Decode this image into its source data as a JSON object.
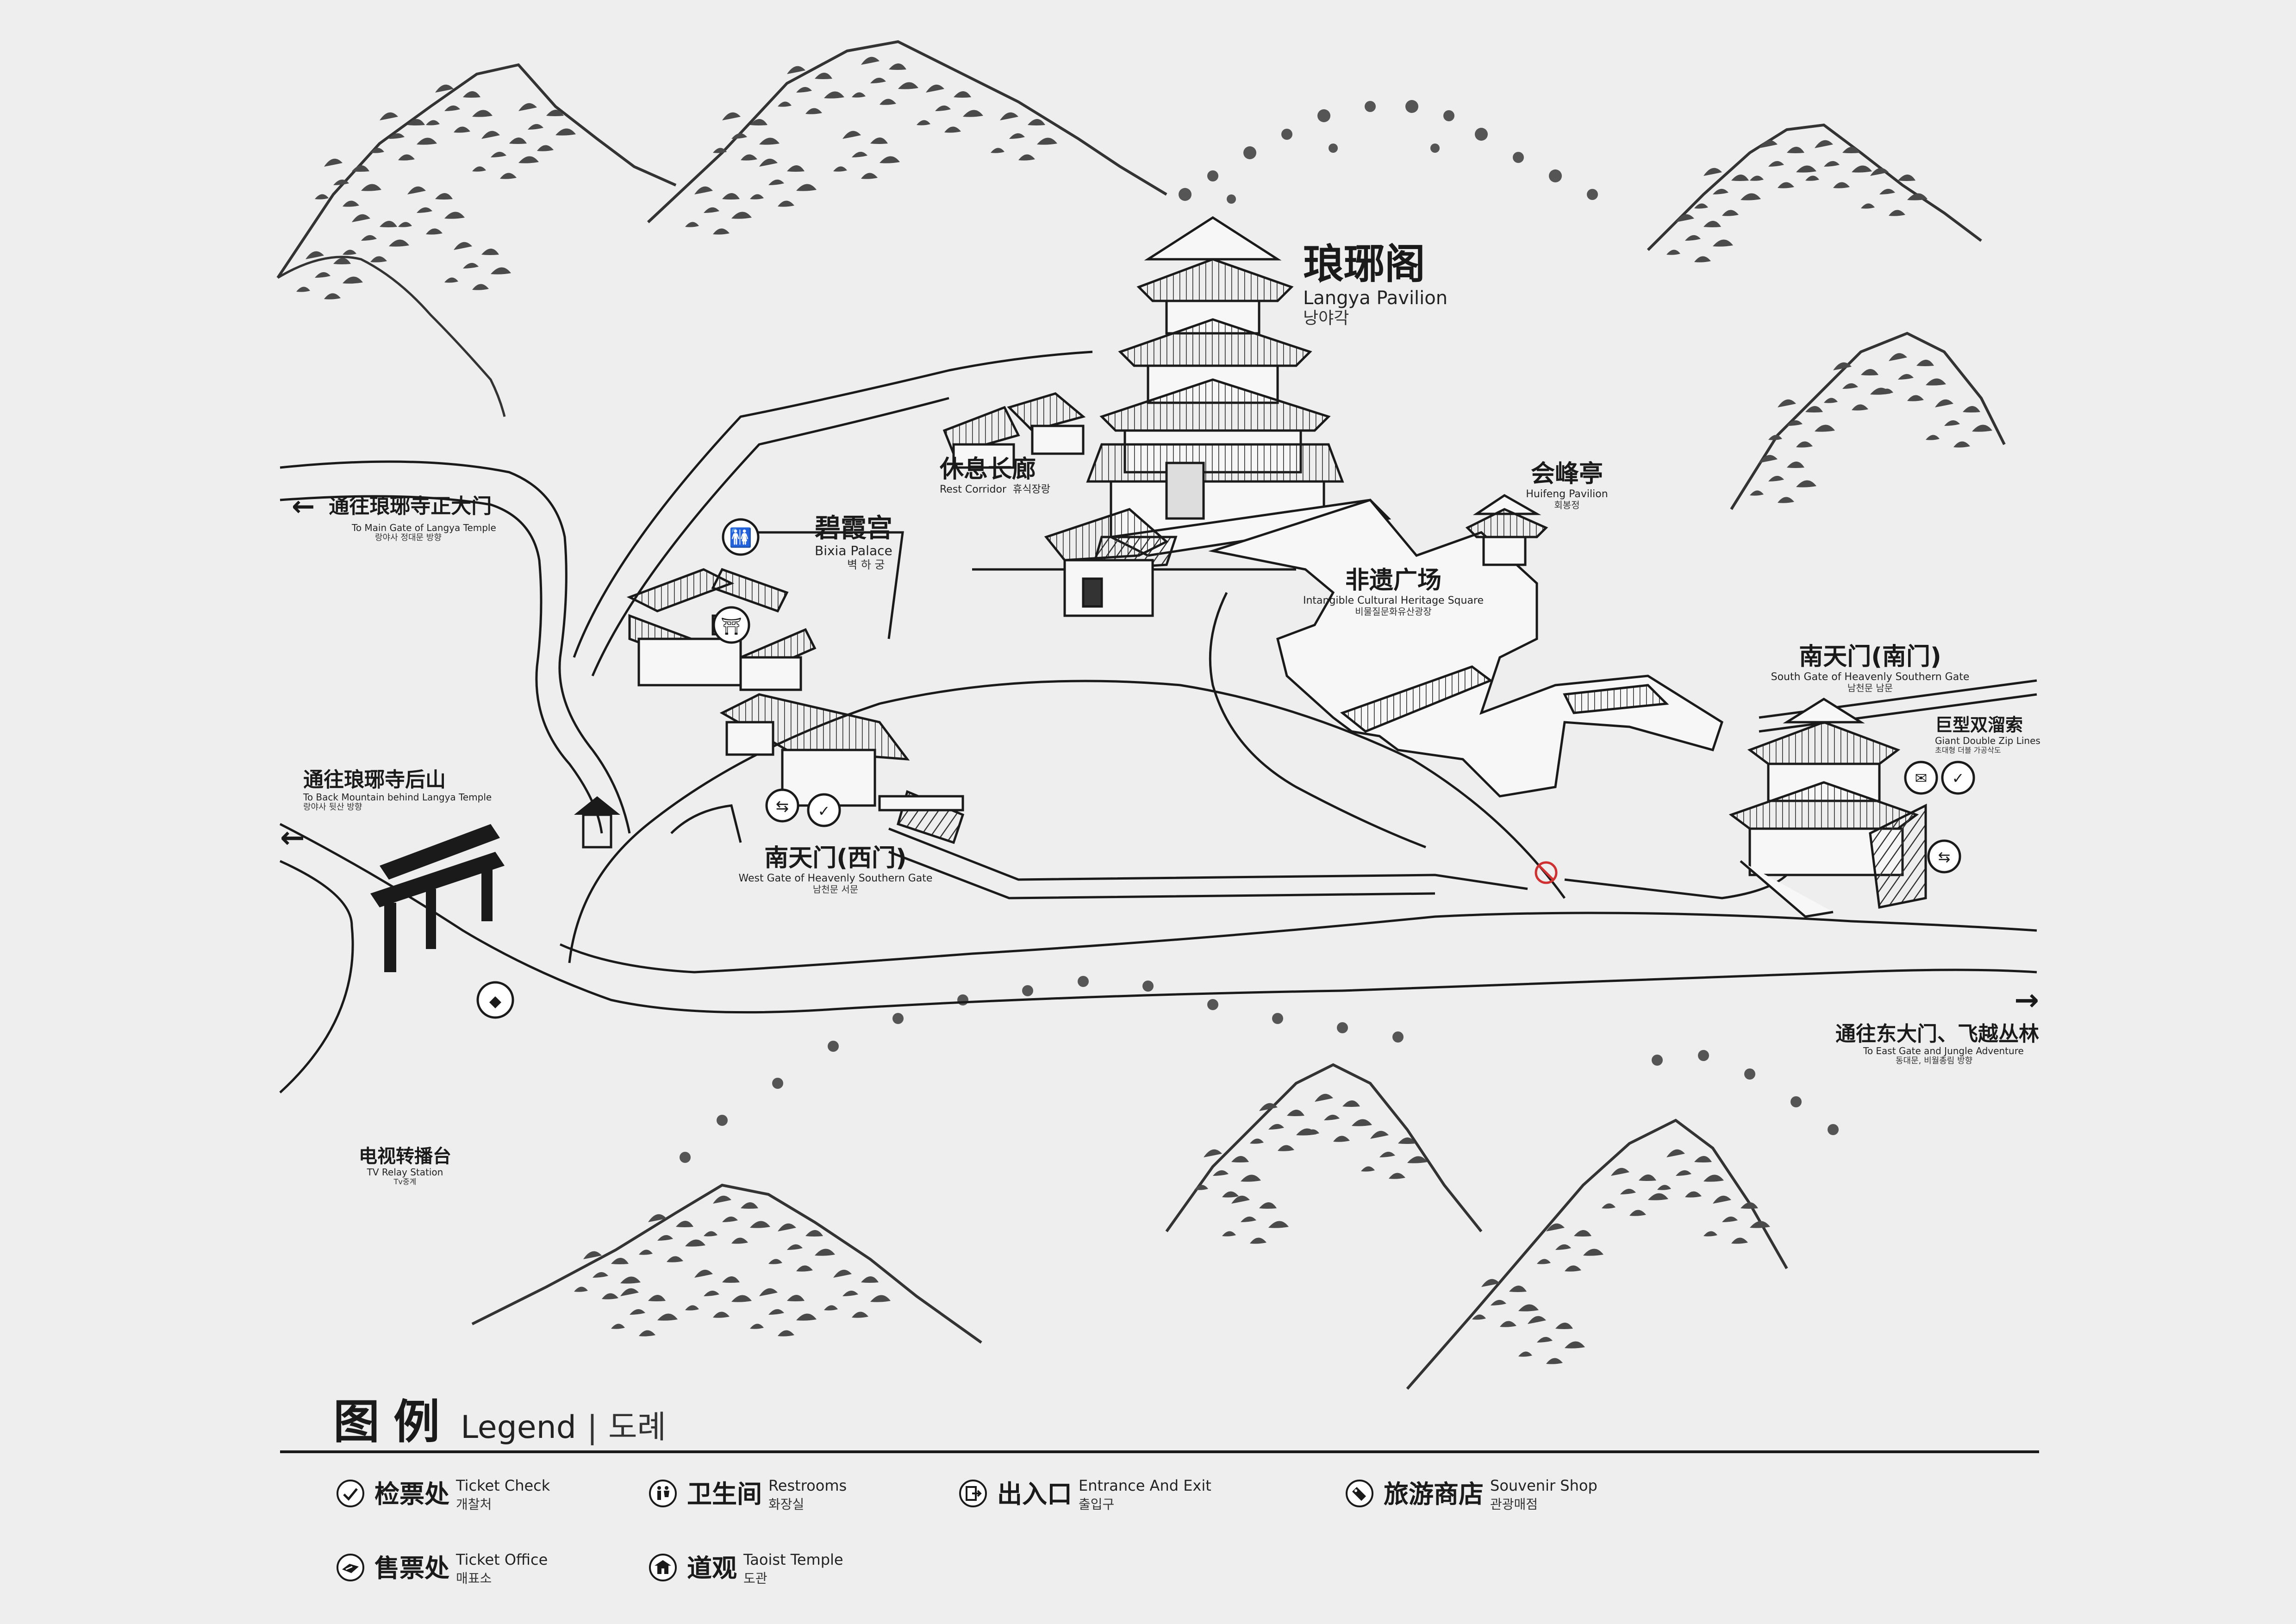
{
  "landmarks": {
    "langya_pavilion": {
      "zh": "琅琊阁",
      "en": "Langya Pavilion",
      "ko": "낭야각"
    },
    "rest_corridor": {
      "zh": "休息长廊",
      "en": "Rest Corridor",
      "ko": "휴식장랑"
    },
    "bixia_palace": {
      "zh": "碧霞宫",
      "en": "Bixia Palace",
      "ko": "벽 하 궁"
    },
    "huifeng_pavilion": {
      "zh": "会峰亭",
      "en": "Huifeng Pavilion",
      "ko": "회봉정"
    },
    "heritage_square": {
      "zh": "非遗广场",
      "en": "Intangible Cultural Heritage Square",
      "ko": "비물질문화유산광장"
    },
    "south_gate": {
      "zh": "南天门(南门)",
      "en": "South Gate of Heavenly Southern Gate",
      "ko": "남천문 남문"
    },
    "zip_lines": {
      "zh": "巨型双溜索",
      "en": "Giant Double Zip Lines",
      "ko": "초대형 더블 가공삭도"
    },
    "west_gate": {
      "zh": "南天门(西门)",
      "en": "West Gate of Heavenly Southern Gate",
      "ko": "남천문 서문"
    },
    "tv_station": {
      "zh": "电视转播台",
      "en": "TV Relay Station",
      "ko": "Tv중계"
    }
  },
  "directions": {
    "main_gate": {
      "zh": "通往琅琊寺正大门",
      "en": "To Main Gate of Langya Temple",
      "ko": "랑야사 정대문 방향",
      "arrow": "←"
    },
    "back_mountain": {
      "zh": "通往琅琊寺后山",
      "en": "To Back Mountain behind Langya Temple",
      "ko": "랑야사 뒷산 방향",
      "arrow": "←"
    },
    "east_gate": {
      "zh": "通往东大门、飞越丛林",
      "en": "To East Gate and Jungle Adventure",
      "ko": "동대문, 비월총림 방향",
      "arrow": "→"
    }
  },
  "legend": {
    "title_zh": "图例",
    "title_en": "Legend",
    "separator": "|",
    "title_ko": "도례",
    "items": [
      {
        "icon": "ticket-check-icon",
        "zh": "检票处",
        "en": "Ticket Check",
        "ko": "개찰처"
      },
      {
        "icon": "restroom-icon",
        "zh": "卫生间",
        "en": "Restrooms",
        "ko": "화장실"
      },
      {
        "icon": "entrance-exit-icon",
        "zh": "出入口",
        "en": "Entrance And Exit",
        "ko": "출입구"
      },
      {
        "icon": "souvenir-shop-icon",
        "zh": "旅游商店",
        "en": "Souvenir Shop",
        "ko": "관광매점"
      },
      {
        "icon": "ticket-office-icon",
        "zh": "售票处",
        "en": "Ticket Office",
        "ko": "매표소"
      },
      {
        "icon": "taoist-temple-icon",
        "zh": "道观",
        "en": "Taoist Temple",
        "ko": "도관"
      }
    ]
  },
  "colors": {
    "background": "#eeeeee",
    "ink": "#1a1a1a",
    "mountain": "#555555",
    "no_entry": "#d03030"
  }
}
